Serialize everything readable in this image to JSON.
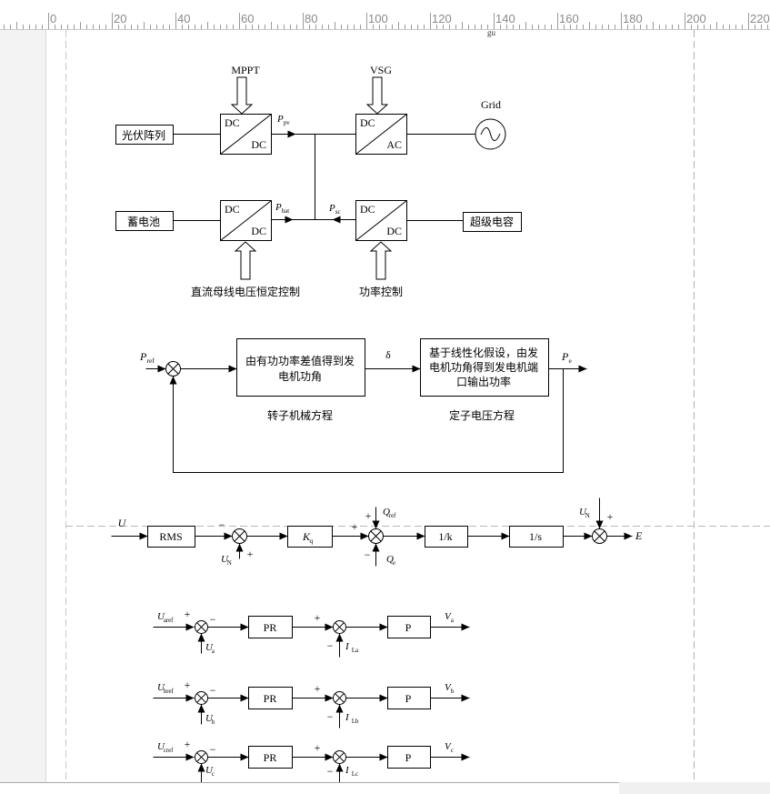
{
  "ruler": {
    "labels": [
      "0",
      "20",
      "40",
      "60",
      "80",
      "100",
      "120",
      "140",
      "160",
      "180",
      "200",
      "220"
    ],
    "fragment": "gu"
  },
  "diagram1": {
    "pv_array": "光伏阵列",
    "battery": "蓄电池",
    "supercap": "超级电容",
    "mppt": "MPPT",
    "vsg": "VSG",
    "grid": "Grid",
    "dc": "DC",
    "ac": "AC",
    "p_pv": {
      "main": "P",
      "sub": "pv"
    },
    "p_bat": {
      "main": "P",
      "sub": "bat"
    },
    "p_sc": {
      "main": "P",
      "sub": "sc"
    },
    "bus_control": "直流母线电压恒定控制",
    "power_control": "功率控制"
  },
  "diagram2": {
    "p_ref": {
      "main": "P",
      "sub": "ref"
    },
    "block1": [
      "由有功功率差值得到发",
      "电机功角"
    ],
    "delta": "δ",
    "block2": [
      "基于线性化假设，由发",
      "电机功角得到发电机端",
      "口输出功率"
    ],
    "p_e": {
      "main": "P",
      "sub": "e"
    },
    "label1": "转子机械方程",
    "label2": "定子电压方程"
  },
  "diagram3": {
    "u": "U",
    "rms": "RMS",
    "u_n": {
      "main": "U",
      "sub": "N"
    },
    "kq": {
      "main": "K",
      "sub": "q"
    },
    "q_ref": {
      "main": "Q",
      "sub": "ref"
    },
    "q_e": {
      "main": "Q",
      "sub": "e"
    },
    "inv_k": "1/k",
    "inv_s": "1/s",
    "e": "E"
  },
  "diagram4": {
    "pr": "PR",
    "p": "P",
    "rows": [
      {
        "ref": {
          "main": "U",
          "sub": "aref"
        },
        "fb": {
          "main": "U",
          "sub": "a"
        },
        "cur": {
          "main": "I",
          "sub": "La"
        },
        "out": {
          "main": "V",
          "sub": "a"
        }
      },
      {
        "ref": {
          "main": "U",
          "sub": "bref"
        },
        "fb": {
          "main": "U",
          "sub": "b"
        },
        "cur": {
          "main": "I",
          "sub": "Lb"
        },
        "out": {
          "main": "V",
          "sub": "b"
        }
      },
      {
        "ref": {
          "main": "U",
          "sub": "cref"
        },
        "fb": {
          "main": "U",
          "sub": "c"
        },
        "cur": {
          "main": "I",
          "sub": "Lc"
        },
        "out": {
          "main": "V",
          "sub": "c"
        }
      }
    ]
  },
  "signs": {
    "plus": "+",
    "minus": "−"
  }
}
